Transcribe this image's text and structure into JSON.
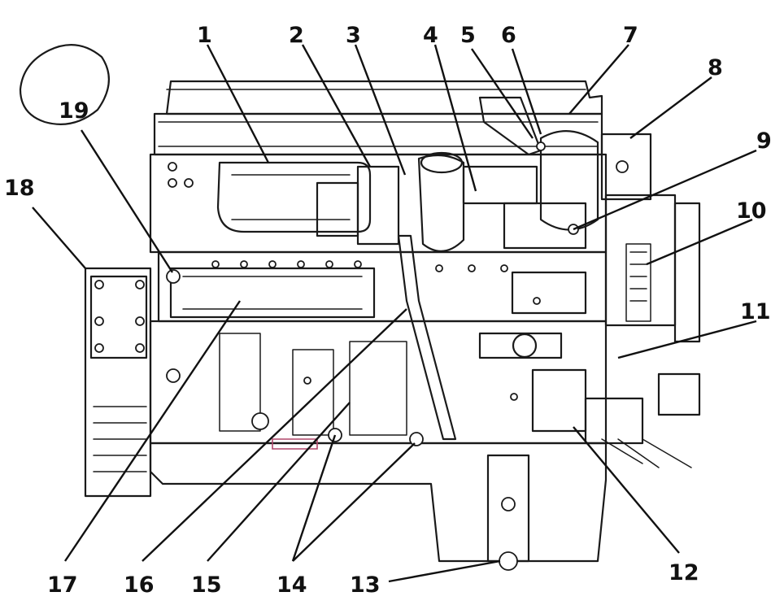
{
  "diagram": {
    "callouts": [
      {
        "id": "1",
        "text": "1"
      },
      {
        "id": "2",
        "text": "2"
      },
      {
        "id": "3",
        "text": "3"
      },
      {
        "id": "4",
        "text": "4"
      },
      {
        "id": "5",
        "text": "5"
      },
      {
        "id": "6",
        "text": "6"
      },
      {
        "id": "7",
        "text": "7"
      },
      {
        "id": "8",
        "text": "8"
      },
      {
        "id": "9",
        "text": "9"
      },
      {
        "id": "10",
        "text": "10"
      },
      {
        "id": "11",
        "text": "11"
      },
      {
        "id": "12",
        "text": "12"
      },
      {
        "id": "13",
        "text": "13"
      },
      {
        "id": "14",
        "text": "14"
      },
      {
        "id": "15",
        "text": "15"
      },
      {
        "id": "16",
        "text": "16"
      },
      {
        "id": "17",
        "text": "17"
      },
      {
        "id": "18",
        "text": "18"
      },
      {
        "id": "19",
        "text": "19"
      }
    ],
    "colors": {
      "ink": "#1a1a1a",
      "paper": "#ffffff",
      "accent_mark": "#b0466a"
    }
  }
}
